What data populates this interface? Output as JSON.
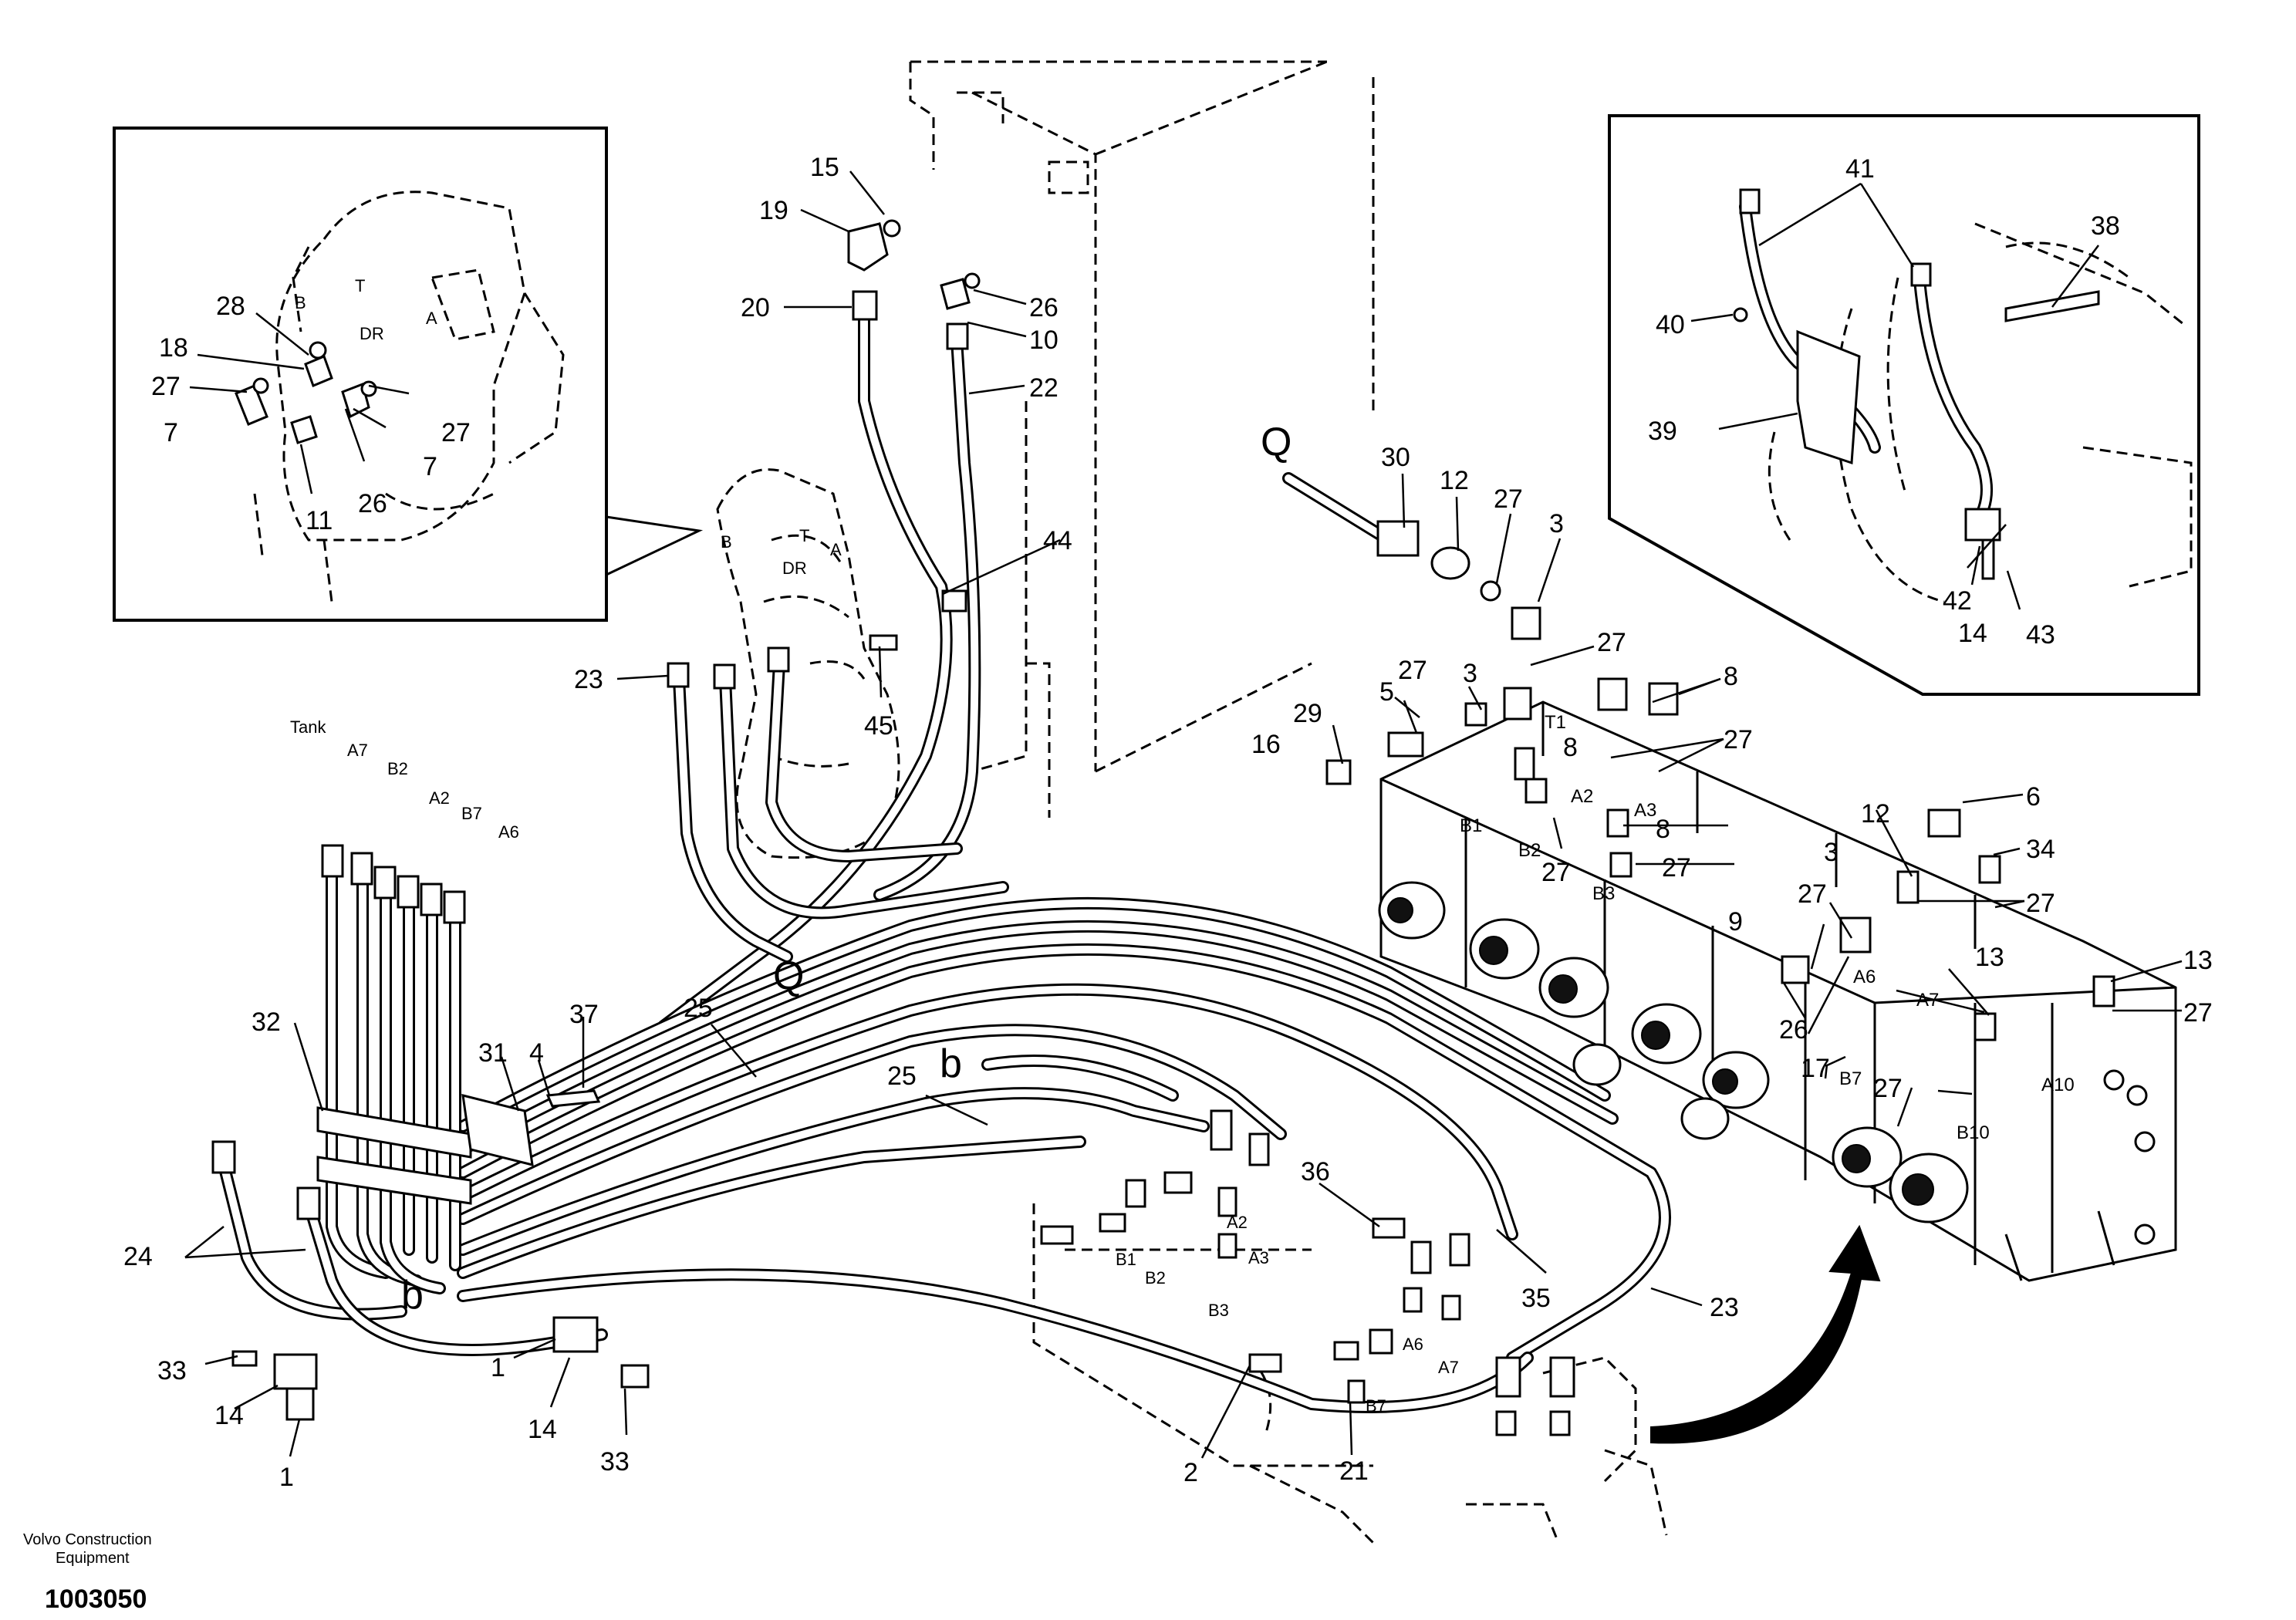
{
  "footer": {
    "brand_line1": "Volvo Construction",
    "brand_line2": "Equipment",
    "figure_number": "1003050"
  },
  "symbols": {
    "q_left": "Q",
    "q_right": "Q",
    "b_upper": "b",
    "b_lower": "b"
  },
  "port_labels": {
    "inset_b": "B",
    "inset_t": "T",
    "inset_dr": "DR",
    "inset_a": "A",
    "mid_b": "B",
    "mid_t": "T",
    "mid_dr": "DR",
    "mid_a": "A",
    "tank": "Tank",
    "a7": "A7",
    "b2": "B2",
    "a2": "A2",
    "b7": "B7",
    "a6": "A6",
    "c_b1": "B1",
    "c_b2": "B2",
    "c_a2": "A2",
    "c_a3": "A3",
    "c_b3": "B3",
    "c_a6": "A6",
    "c_a7": "A7",
    "c_b7": "B7",
    "v_t1": "T1",
    "v_b1": "B1",
    "v_a2": "A2",
    "v_a3": "A3",
    "v_b2": "B2",
    "v_b3": "B3",
    "v_a6": "A6",
    "v_a7": "A7",
    "v_b7": "B7",
    "v_a10": "A10",
    "v_b10": "B10"
  },
  "callouts": {
    "c15": "15",
    "c19": "19",
    "c20": "20",
    "c26a": "26",
    "c10": "10",
    "c22": "22",
    "c44": "44",
    "c23a": "23",
    "c45": "45",
    "c28": "28",
    "c18": "18",
    "c27a": "27",
    "c7a": "7",
    "c27b": "27",
    "c7b": "7",
    "c11": "11",
    "c26b": "26",
    "c32": "32",
    "c31": "31",
    "c4": "4",
    "c37": "37",
    "c25a": "25",
    "c25b": "25",
    "c24": "24",
    "c33a": "33",
    "c14a": "14",
    "c1a": "1",
    "c1b": "1",
    "c14b": "14",
    "c33b": "33",
    "c36": "36",
    "c35": "35",
    "c23b": "23",
    "c2": "2",
    "c21": "21",
    "c30": "30",
    "c12a": "12",
    "c27c": "27",
    "c3a": "3",
    "c27d": "27",
    "c3b": "3",
    "c27e": "27",
    "c29": "29",
    "c5": "5",
    "c16": "16",
    "c8a": "8",
    "c8b": "8",
    "c8c": "8",
    "c27f": "27",
    "c27g": "27",
    "c27h": "27",
    "c12b": "12",
    "c6": "6",
    "c34": "34",
    "c27i": "27",
    "c3c": "3",
    "c27j": "27",
    "c9": "9",
    "c13a": "13",
    "c13b": "13",
    "c27k": "27",
    "c26c": "26",
    "c17": "17",
    "c27l": "27",
    "c41": "41",
    "c38": "38",
    "c40": "40",
    "c39": "39",
    "c42": "42",
    "c14c": "14",
    "c43": "43"
  }
}
